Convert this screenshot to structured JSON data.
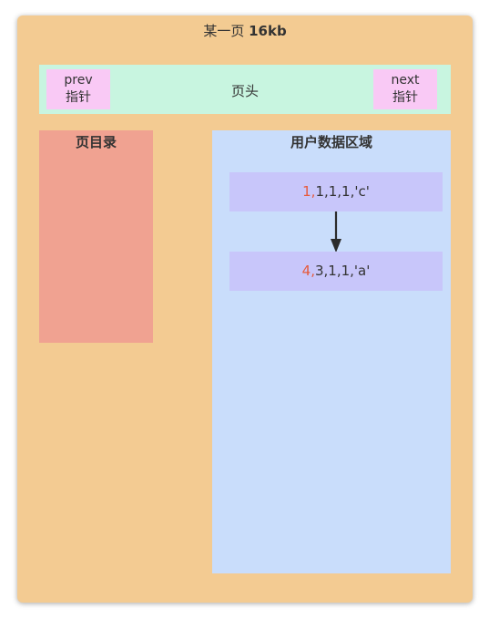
{
  "page": {
    "title_prefix": "某一页 ",
    "title_size": "16kb"
  },
  "header": {
    "label": "页头",
    "prev": {
      "line1": "prev",
      "line2": "指针"
    },
    "next": {
      "line1": "next",
      "line2": "指针"
    }
  },
  "directory": {
    "label": "页目录"
  },
  "user_area": {
    "label": "用户数据区域",
    "records": [
      {
        "key": "1,",
        "rest": "1,1,1,'c'"
      },
      {
        "key": "4,",
        "rest": "3,1,1,'a'"
      }
    ]
  },
  "colors": {
    "page_bg": "#f3cb92",
    "header_bg": "#c8f5e0",
    "pointer_bg": "#f9c9f5",
    "directory_bg": "#f0a291",
    "user_area_bg": "#c9ddfb",
    "record_bg": "#c8c6fa",
    "key_color": "#e65a3c"
  }
}
